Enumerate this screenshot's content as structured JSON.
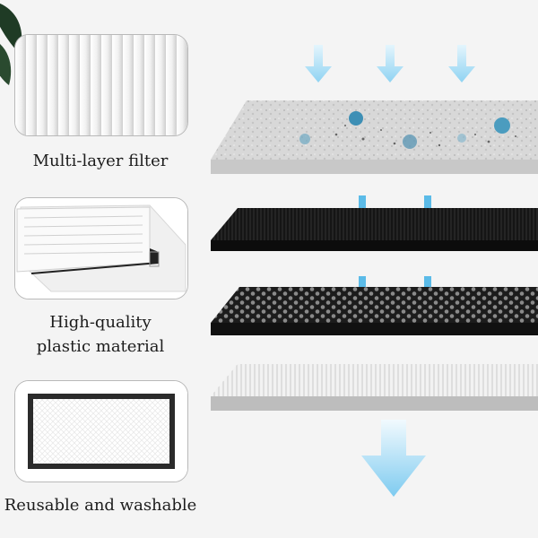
{
  "features": [
    {
      "caption": "Multi-layer filter",
      "icon": "pleated-filter-closeup"
    },
    {
      "caption_line1": "High-quality",
      "caption_line2": "plastic material",
      "icon": "filter-frame"
    },
    {
      "caption": "Reusable and washable",
      "icon": "filter-front-view"
    }
  ],
  "layers": [
    {
      "name": "pre-filter-layer",
      "color": "#d7d7d7"
    },
    {
      "name": "carbon-mesh-layer",
      "color": "#1a1a1a"
    },
    {
      "name": "honeycomb-carbon-layer",
      "color": "#202020"
    },
    {
      "name": "hepa-pleated-layer",
      "color": "#e8e8e8"
    }
  ],
  "colors": {
    "arrow": "#8fd3f2",
    "arrow_dark": "#4cb6e6",
    "border": "#b9b9b9"
  }
}
